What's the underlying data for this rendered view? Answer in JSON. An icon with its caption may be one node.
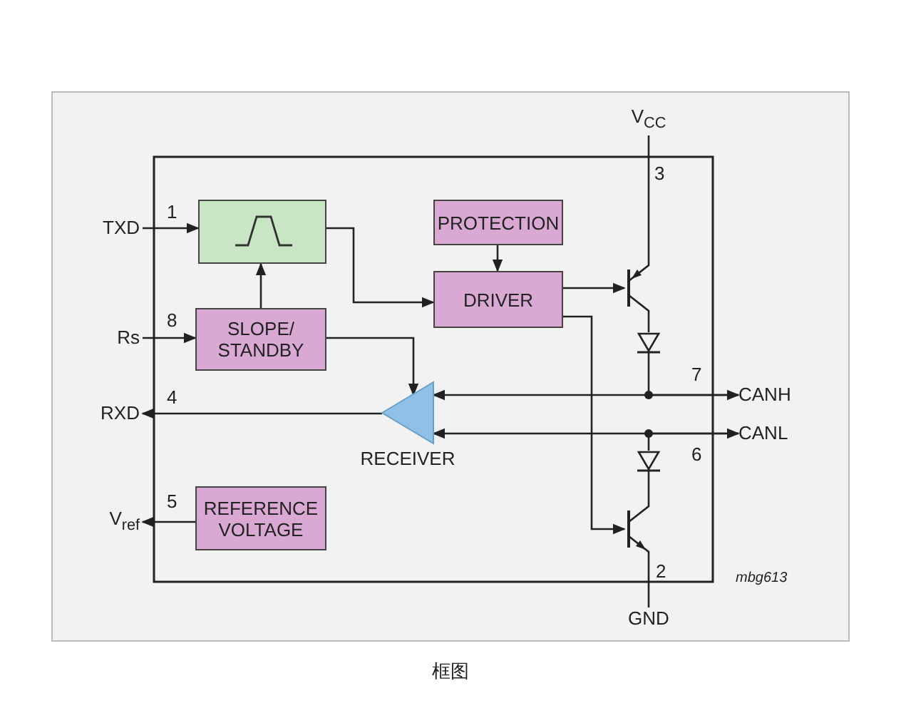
{
  "diagram": {
    "caption": "框图",
    "nodes": [
      {
        "text": [
          "TXD"
        ]
      },
      {
        "text": [],
        "shape": "box"
      },
      {
        "text": [
          "PROTECTION"
        ]
      },
      {
        "text": [
          "DRIVER"
        ]
      },
      {
        "text": [
          "Rs"
        ]
      },
      {
        "text": [
          "SLOPE/ STANDBY"
        ]
      },
      {
        "text": [
          "RXD"
        ]
      },
      {
        "text": [
          "RECEIVER"
        ]
      },
      {
        "text": [
          "V$_{ref}$"
        ]
      },
      {
        "text": [
          "REFERENCE VOLTAGE"
        ]
      },
      {
        "text": [
          "V$_{CC}$"
        ]
      },
      {
        "text": [
          "GND"
        ]
      },
      {
        "text": [
          "CANH"
        ]
      },
      {
        "text": [
          "CANL"
        ]
      },
      {
        "text": [],
        "shape": "transistor"
      },
      {
        "text": [],
        "shape": "transistor"
      },
      {
        "text": [],
        "shape": "diode"
      },
      {
        "text": [],
        "shape": "diode"
      }
    ],
    "edges": [
      {
        "from": 0,
        "to": 1,
        "arrow": "to"
      },
      {
        "from": 1,
        "to": 3,
        "arrow": "to"
      },
      {
        "from": 5,
        "to": 1,
        "arrow": "to"
      },
      {
        "from": 2,
        "to": 3,
        "arrow": "to"
      },
      {
        "from": 4,
        "to": 5,
        "arrow": "to"
      },
      {
        "from": 5,
        "to": 7,
        "arrow": "to"
      },
      {
        "from": 7,
        "to": 6,
        "arrow": "to"
      },
      {
        "from": 9,
        "to": 8,
        "arrow": "to"
      },
      {
        "from": 3,
        "to": 14,
        "arrow": "to"
      },
      {
        "from": 3,
        "to": 15,
        "arrow": "to"
      },
      {
        "from": 10,
        "to": 14,
        "arrow": "none"
      },
      {
        "from": 14,
        "to": 16,
        "arrow": "none"
      },
      {
        "from": 16,
        "to": 12,
        "arrow": "none"
      },
      {
        "from": 12,
        "to": 7,
        "arrow": "both"
      },
      {
        "from": 13,
        "to": 7,
        "arrow": "both"
      },
      {
        "from": 17,
        "to": 13,
        "arrow": "none"
      },
      {
        "from": 15,
        "to": 17,
        "arrow": "none"
      },
      {
        "from": 15,
        "to": 11,
        "arrow": "none"
      }
    ],
    "labels": [
      "3",
      "1",
      "8",
      "7",
      "4",
      "6",
      "5",
      "2",
      "mbg613"
    ]
  }
}
